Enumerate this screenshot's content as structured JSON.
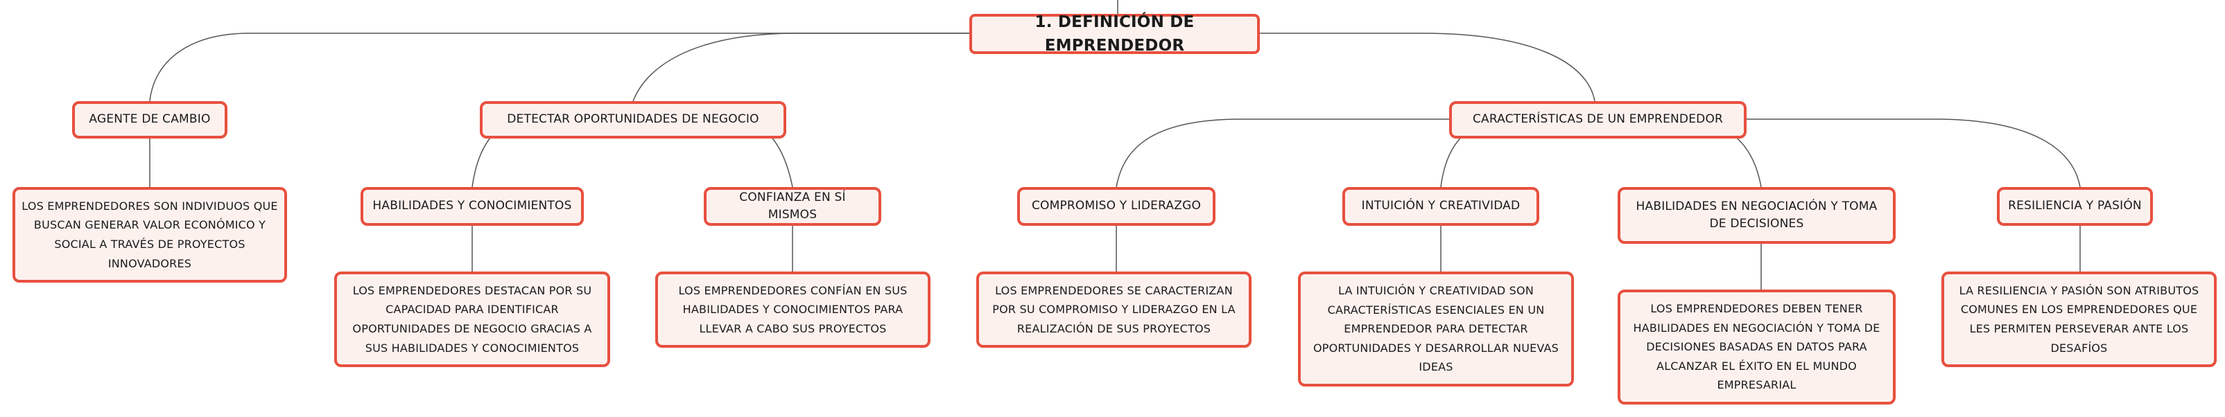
{
  "colors": {
    "node_border": "#e8503f",
    "node_fill": "#fdf1ee",
    "connector": "#555555",
    "text": "#1a1a1a"
  },
  "root": {
    "label": "1. DEFINICIÓN DE EMPRENDEDOR"
  },
  "branches": [
    {
      "label": "AGENTE DE CAMBIO",
      "note": "LOS EMPRENDEDORES SON INDIVIDUOS QUE BUSCAN GENERAR VALOR ECONÓMICO Y SOCIAL A TRAVÉS DE PROYECTOS INNOVADORES"
    },
    {
      "label": "DETECTAR OPORTUNIDADES DE NEGOCIO",
      "children": [
        {
          "label": "HABILIDADES Y CONOCIMIENTOS",
          "note": "LOS EMPRENDEDORES DESTACAN POR SU CAPACIDAD PARA IDENTIFICAR OPORTUNIDADES DE NEGOCIO GRACIAS A SUS HABILIDADES Y CONOCIMIENTOS"
        },
        {
          "label": "CONFIANZA EN SÍ MISMOS",
          "note": "LOS EMPRENDEDORES CONFÍAN EN SUS HABILIDADES Y CONOCIMIENTOS PARA LLEVAR A CABO SUS PROYECTOS"
        }
      ]
    },
    {
      "label": "CARACTERÍSTICAS DE UN EMPRENDEDOR",
      "children": [
        {
          "label": "COMPROMISO Y LIDERAZGO",
          "note": "LOS EMPRENDEDORES SE CARACTERIZAN POR SU COMPROMISO Y LIDERAZGO EN LA REALIZACIÓN DE SUS PROYECTOS"
        },
        {
          "label": "INTUICIÓN Y CREATIVIDAD",
          "note": "LA INTUICIÓN Y CREATIVIDAD SON CARACTERÍSTICAS ESENCIALES EN UN EMPRENDEDOR PARA DETECTAR OPORTUNIDADES Y DESARROLLAR NUEVAS IDEAS"
        },
        {
          "label": "HABILIDADES EN NEGOCIACIÓN Y TOMA DE DECISIONES",
          "note": "LOS EMPRENDEDORES DEBEN TENER HABILIDADES EN NEGOCIACIÓN Y TOMA DE DECISIONES BASADAS EN DATOS PARA ALCANZAR EL ÉXITO EN EL MUNDO EMPRESARIAL"
        },
        {
          "label": "RESILIENCIA Y PASIÓN",
          "note": "LA RESILIENCIA Y PASIÓN SON ATRIBUTOS COMUNES EN LOS EMPRENDEDORES QUE LES PERMITEN PERSEVERAR ANTE LOS DESAFÍOS"
        }
      ]
    }
  ]
}
